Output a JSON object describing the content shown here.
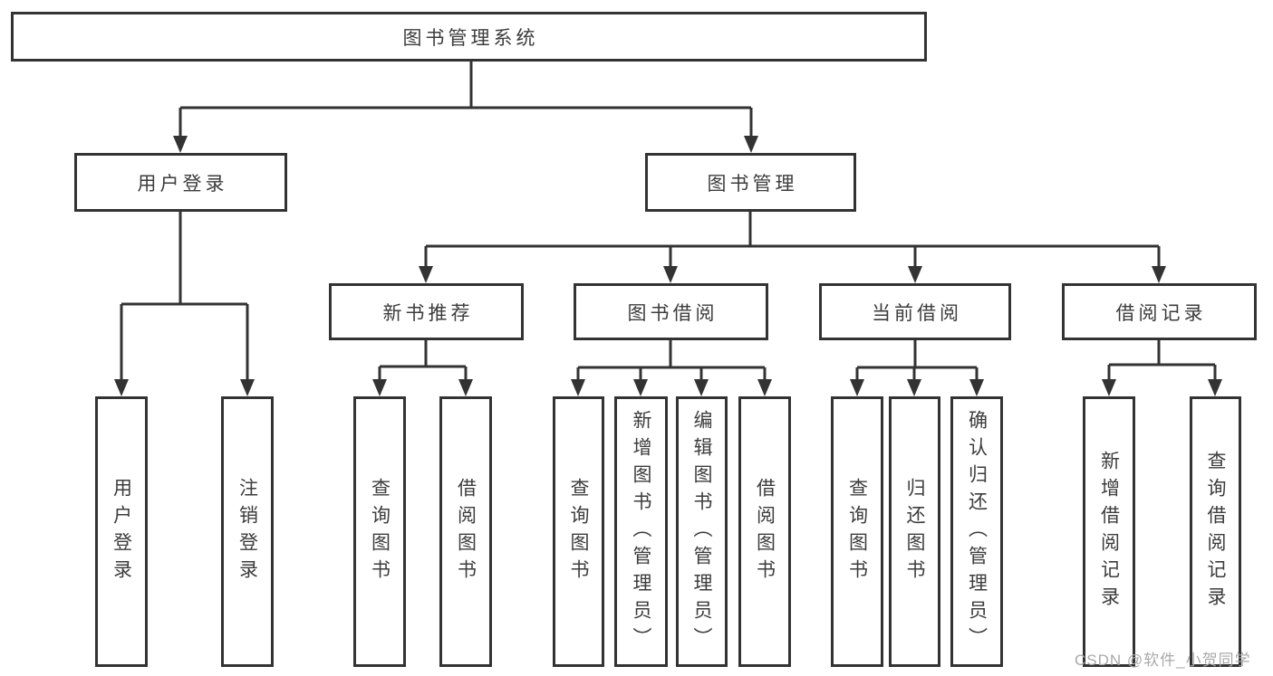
{
  "page": {
    "background": "#ffffff"
  },
  "colors": {
    "line": "#333333",
    "box_border": "#333333",
    "text": "#3c3c3c",
    "watermark": "#a9a9a9"
  },
  "watermark": {
    "text": "CSDN @软件_小贺同学"
  },
  "tree": {
    "label": "图书管理系统",
    "children": [
      {
        "label": "用户登录",
        "children": [
          {
            "label": "用户登录"
          },
          {
            "label": "注销登录"
          }
        ]
      },
      {
        "label": "图书管理",
        "children": [
          {
            "label": "新书推荐",
            "children": [
              {
                "label": "查询图书"
              },
              {
                "label": "借阅图书"
              }
            ]
          },
          {
            "label": "图书借阅",
            "children": [
              {
                "label": "查询图书"
              },
              {
                "label": "新增图书（管理员）"
              },
              {
                "label": "编辑图书（管理员）"
              },
              {
                "label": "借阅图书"
              }
            ]
          },
          {
            "label": "当前借阅",
            "children": [
              {
                "label": "查询图书"
              },
              {
                "label": "归还图书"
              },
              {
                "label": "确认归还（管理员）"
              }
            ]
          },
          {
            "label": "借阅记录",
            "children": [
              {
                "label": "新增借阅记录"
              },
              {
                "label": "查询借阅记录"
              }
            ]
          }
        ]
      }
    ]
  }
}
